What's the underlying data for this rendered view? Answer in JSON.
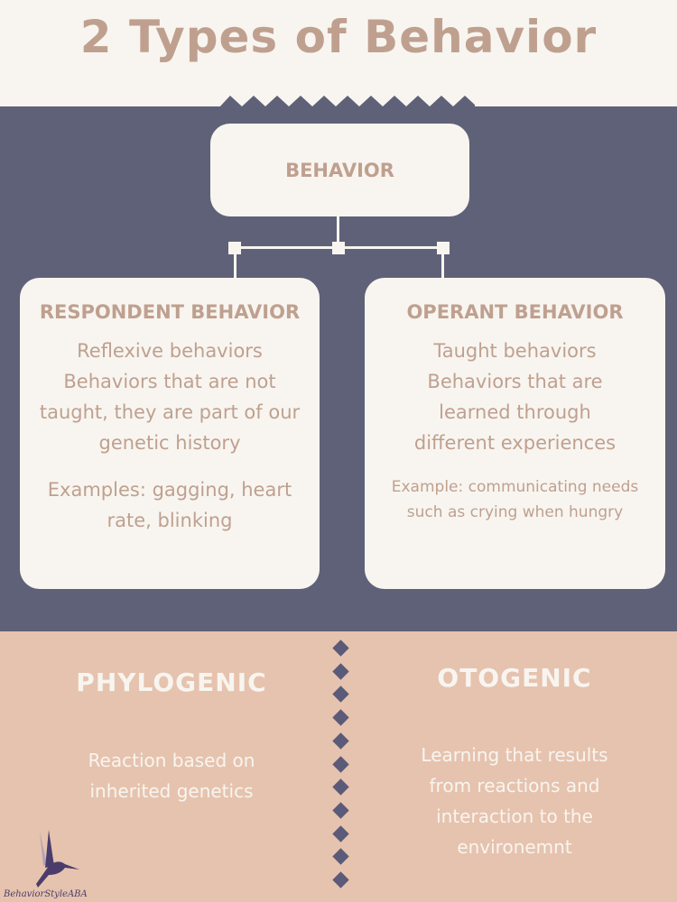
{
  "title": "2 Types of Behavior",
  "root": {
    "label": "BEHAVIOR"
  },
  "respondent": {
    "title": "RESPONDENT BEHAVIOR",
    "description": [
      "Reflexive behaviors",
      "Behaviors that are not taught, they are part of our genetic history"
    ],
    "examples": "Examples: gagging, heart rate, blinking"
  },
  "operant": {
    "title": "OPERANT  BEHAVIOR",
    "description": [
      "Taught behaviors",
      "Behaviors that are learned through different experiences"
    ],
    "examples": "Example: communicating needs  such as crying when hungry"
  },
  "phylogenic": {
    "title": "PHYLOGENIC",
    "description": "Reaction based on inherited genetics"
  },
  "otogenic": {
    "title": "OTOGENIC",
    "description": "Learning that results from reactions and interaction to the environemnt"
  },
  "logo": {
    "text": "BehaviorStyleABA",
    "icon": "hummingbird-icon"
  },
  "colors": {
    "cream": "#f8f5f0",
    "navy": "#5f6178",
    "tan": "#bfa08f",
    "peach": "#e6c3ae",
    "diamond": "#5b5a78"
  }
}
